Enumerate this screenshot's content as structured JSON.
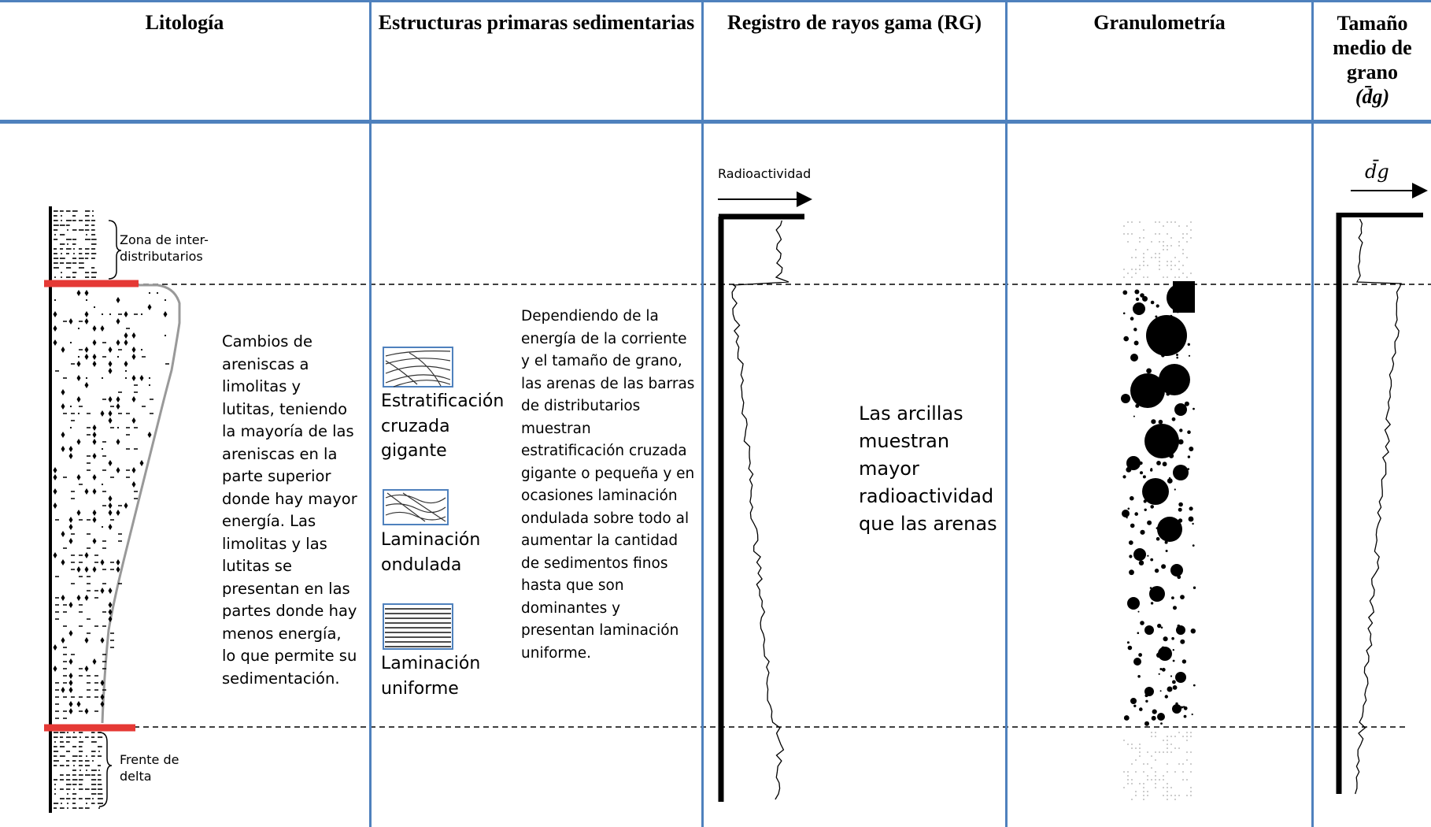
{
  "headers": {
    "litologia": "Litología",
    "estructuras": "Estructuras primaras sedimentarias",
    "rayos_gama": "Registro de rayos gama (RG)",
    "granulometria": "Granulometría",
    "tamano": "Tamaño medio de grano",
    "tamano_symbol": "(d̄g)"
  },
  "litologia": {
    "zona_label": "Zona de inter-distributarios",
    "frente_label": "Frente de delta",
    "description": "Cambios de areniscas a limolitas y lutitas, teniendo la mayoría de las areniscas en la parte superior donde hay mayor energía. Las limolitas y las lutitas se presentan en las partes donde hay menos energía, lo que permite su sedimentación."
  },
  "estructuras": {
    "items": [
      {
        "label": "Estratificación cruzada gigante",
        "icon": "cross-stratification-icon"
      },
      {
        "label": "Laminación ondulada",
        "icon": "wavy-lamination-icon"
      },
      {
        "label": "Laminación uniforme",
        "icon": "uniform-lamination-icon"
      }
    ],
    "description": "Dependiendo de la energía de la corriente y el tamaño de grano, las arenas de las barras de distributarios muestran estratificación cruzada gigante o pequeña y en ocasiones laminación ondulada sobre todo al aumentar la cantidad de sedimentos finos hasta que son dominantes y presentan laminación uniforme."
  },
  "rayos_gama": {
    "axis_label": "Radioactividad",
    "description": "Las arcillas muestran mayor radioactividad que las arenas"
  },
  "tamano_axis_label": "d̄g",
  "colors": {
    "grid": "#4f81bd",
    "contact": "#e53935",
    "ink": "#000000"
  }
}
